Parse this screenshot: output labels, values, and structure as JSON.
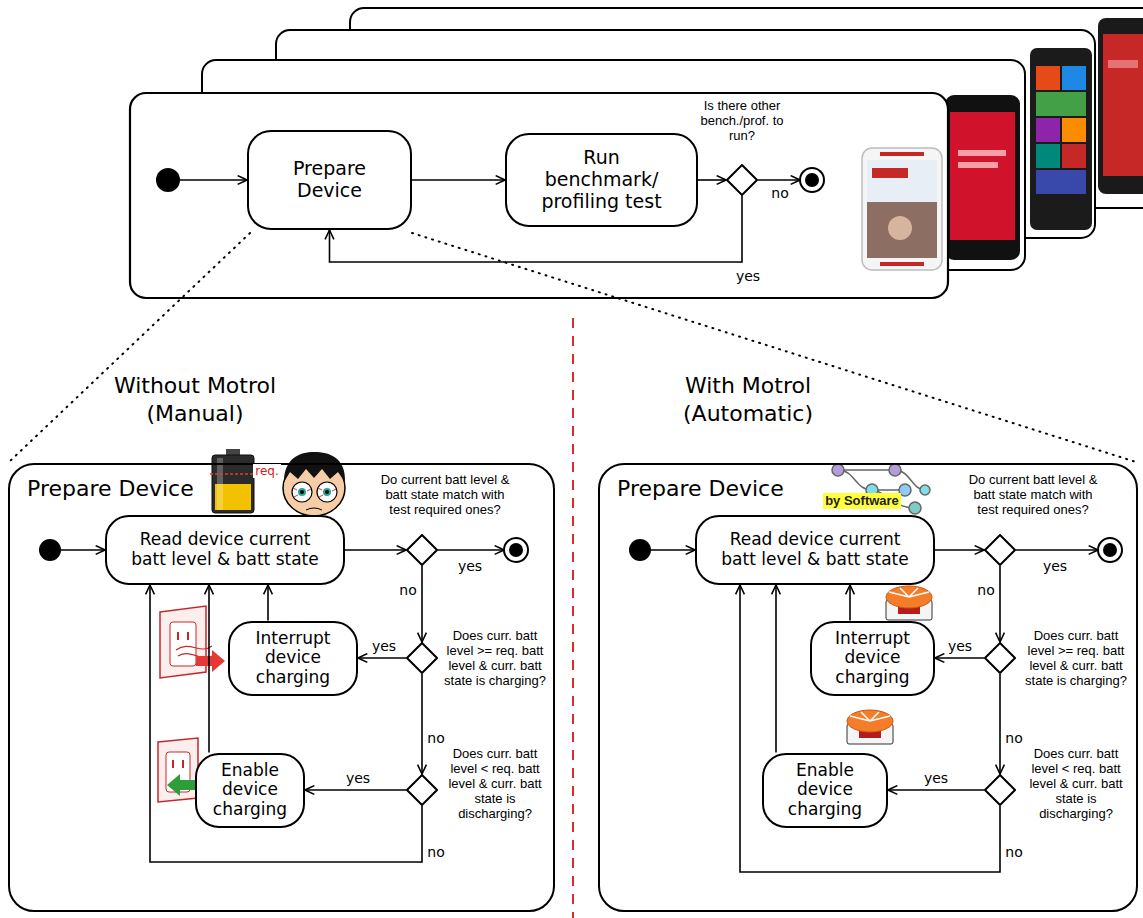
{
  "diagram": {
    "nodes": [
      {
        "text": [
          "Prepare Device"
        ]
      },
      {
        "text": [
          "Run benchmark/ profiling test"
        ]
      },
      {
        "text": [
          "Is there other bench./prof. to run?"
        ]
      },
      {
        "text": [
          "Without Motrol (Manual)",
          "Prepare Device"
        ]
      },
      {
        "text": [
          "Read device current batt level & batt state"
        ],
        "in": 3
      },
      {
        "text": [
          "Do current batt level & batt state match with test required ones?"
        ],
        "in": 3
      },
      {
        "text": [
          "Interrupt device charging"
        ],
        "in": 3
      },
      {
        "text": [
          "Does curr. batt level >= req. batt level & curr. batt state is charging?"
        ],
        "in": 3
      },
      {
        "text": [
          "Enable device charging"
        ],
        "in": 3
      },
      {
        "text": [
          "Does curr. batt level < req. batt level & curr. batt state is discharging?"
        ],
        "in": 3
      },
      {
        "text": [
          "With Motrol (Automatic)",
          "Prepare Device"
        ]
      },
      {
        "text": [
          "Read device current batt level & batt state"
        ],
        "in": 10
      },
      {
        "text": [
          "Do current batt level & batt state match with test required ones?"
        ],
        "in": 10
      },
      {
        "text": [
          "Interrupt device charging"
        ],
        "in": 10
      },
      {
        "text": [
          "Does curr. batt level >= req. batt level & curr. batt state is charging?"
        ],
        "in": 10
      },
      {
        "text": [
          "Enable device charging"
        ],
        "in": 10
      },
      {
        "text": [
          "Does curr. batt level < req. batt level & curr. batt state is discharging?"
        ],
        "in": 10
      }
    ],
    "edges": [
      {
        "from": 0,
        "to": 1,
        "arrow": "to"
      },
      {
        "from": 1,
        "to": 2,
        "arrow": "to"
      },
      {
        "from": 2,
        "to": 0,
        "label": "yes",
        "arrow": "to"
      },
      {
        "from": 4,
        "to": 5,
        "arrow": "to"
      },
      {
        "from": 5,
        "to": 7,
        "label": "no",
        "arrow": "to"
      },
      {
        "from": 7,
        "to": 6,
        "label": "yes",
        "arrow": "to"
      },
      {
        "from": 7,
        "to": 9,
        "label": "no",
        "arrow": "to"
      },
      {
        "from": 9,
        "to": 8,
        "label": "yes",
        "arrow": "to"
      },
      {
        "from": 9,
        "to": 4,
        "label": "no",
        "arrow": "to"
      },
      {
        "from": 6,
        "to": 4,
        "arrow": "to"
      },
      {
        "from": 8,
        "to": 4,
        "arrow": "to"
      },
      {
        "from": 11,
        "to": 12,
        "arrow": "to"
      },
      {
        "from": 12,
        "to": 14,
        "label": "no",
        "arrow": "to"
      },
      {
        "from": 14,
        "to": 13,
        "label": "yes",
        "arrow": "to"
      },
      {
        "from": 14,
        "to": 16,
        "label": "no",
        "arrow": "to"
      },
      {
        "from": 16,
        "to": 15,
        "label": "yes",
        "arrow": "to"
      },
      {
        "from": 16,
        "to": 11,
        "label": "no",
        "arrow": "to"
      },
      {
        "from": 13,
        "to": 11,
        "arrow": "to"
      },
      {
        "from": 15,
        "to": 11,
        "arrow": "to"
      }
    ],
    "labels": [
      "no",
      "req.",
      "yes",
      "by Software",
      "yes"
    ]
  }
}
